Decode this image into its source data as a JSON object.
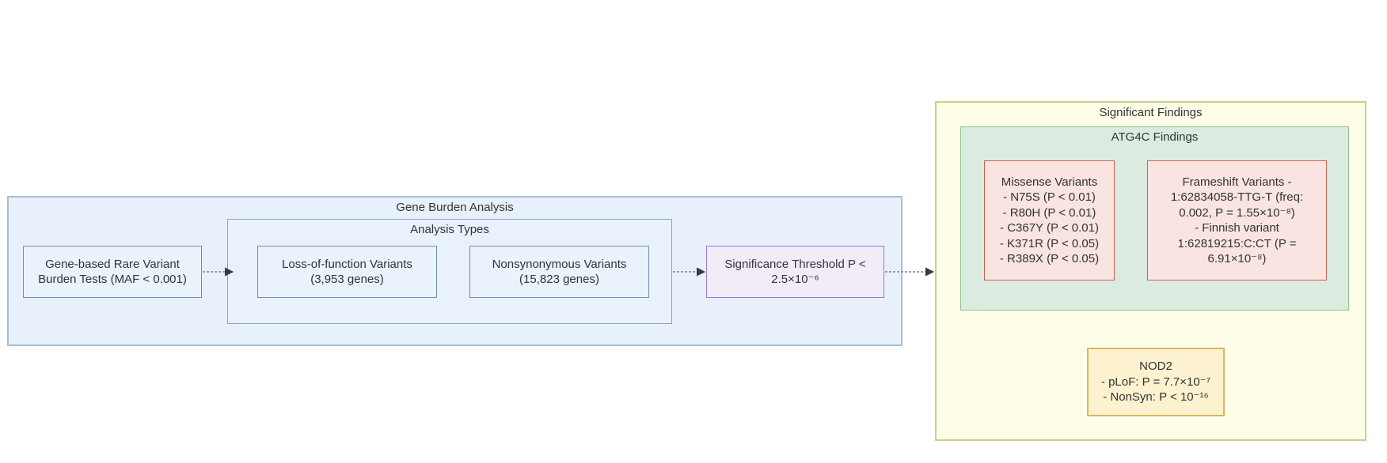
{
  "diagram_type": "flowchart",
  "colors": {
    "canvas_bg": "#ffffff",
    "blue_container_fill": "#e8f0fb",
    "blue_container_border": "#a6bedb",
    "blue_subgraph_border": "#84a4c9",
    "blue_node_fill": "#eaf2fc",
    "blue_node_border": "#6c8ebf",
    "purple_node_fill": "#f2ecf9",
    "purple_node_border": "#9a76d8",
    "yellow_container_fill": "#fdfde8",
    "yellow_container_border": "#cdcd8c",
    "green_container_fill": "#dcebdf",
    "green_container_border": "#93bf95",
    "pink_node_fill": "#f9e4e2",
    "pink_node_border": "#c96450",
    "nod2_node_fill": "#fcf2d0",
    "nod2_node_border": "#d9b85c",
    "edge_line": "#848484",
    "edge_arrowhead": "#3b3b3b",
    "text": "#333333"
  },
  "gene_burden": {
    "title": "Gene Burden Analysis",
    "burden_tests_node": "Gene-based Rare Variant\nBurden Tests (MAF < 0.001)",
    "analysis_types": {
      "title": "Analysis Types",
      "lof_node": "Loss-of-function Variants\n(3,953 genes)",
      "nonsyn_node": "Nonsynonymous Variants\n(15,823 genes)"
    },
    "significance_node": "Significance Threshold P <\n2.5×10⁻⁶"
  },
  "significant_findings": {
    "title": "Significant Findings",
    "atg4c": {
      "title": "ATG4C Findings",
      "missense_node": "Missense Variants\n- N75S (P < 0.01)\n- R80H (P < 0.01)\n- C367Y (P < 0.01)\n- K371R (P < 0.05)\n- R389X (P < 0.05)",
      "frameshift_node": "Frameshift Variants -\n1:62834058-TTG-T  (freq:\n0.002, P = 1.55×10⁻⁸)\n- Finnish variant\n1:62819215:C:CT  (P =\n6.91×10⁻⁸)"
    },
    "nod2_node": "NOD2\n- pLoF: P = 7.7×10⁻⁷\n- NonSyn: P < 10⁻¹⁶"
  }
}
